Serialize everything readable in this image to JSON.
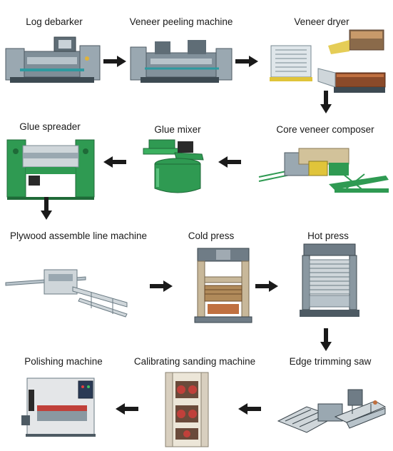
{
  "steps": [
    {
      "id": "log-debarker",
      "label": "Log debarker"
    },
    {
      "id": "veneer-peeling-machine",
      "label": "Veneer peeling machine"
    },
    {
      "id": "veneer-dryer",
      "label": "Veneer dryer"
    },
    {
      "id": "core-veneer-composer",
      "label": "Core veneer composer"
    },
    {
      "id": "glue-mixer",
      "label": "Glue mixer"
    },
    {
      "id": "glue-spreader",
      "label": "Glue spreader"
    },
    {
      "id": "plywood-assemble-line-machine",
      "label": "Plywood assemble line machine"
    },
    {
      "id": "cold-press",
      "label": "Cold press"
    },
    {
      "id": "hot-press",
      "label": "Hot press"
    },
    {
      "id": "edge-trimming-saw",
      "label": "Edge trimming saw"
    },
    {
      "id": "calibrating-sanding-machine",
      "label": "Calibrating sanding machine"
    },
    {
      "id": "polishing-machine",
      "label": "Polishing machine"
    }
  ],
  "arrow_icon": "black-arrow-icon",
  "colors": {
    "machine_gray": "#8c9aa3",
    "machine_green": "#2f9a52",
    "machine_beige": "#d8cfbf",
    "arrow": "#1a1a1a"
  }
}
